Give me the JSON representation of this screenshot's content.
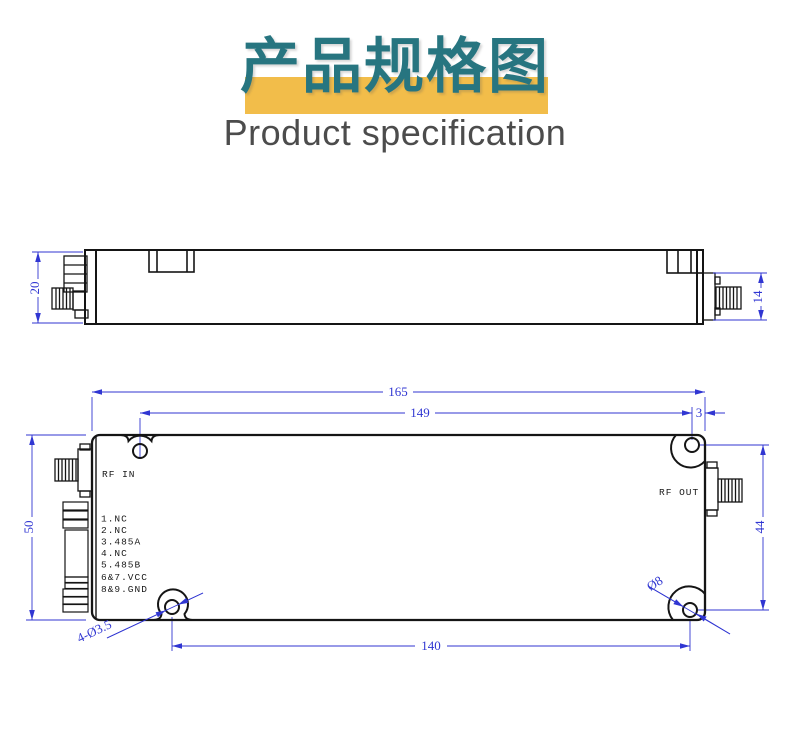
{
  "header": {
    "title_cn": "产品规格图",
    "title_en": "Product specification",
    "highlight_color": "#f2bd4a",
    "title_color": "#277580",
    "subtitle_color": "#4c4c4c"
  },
  "side_view": {
    "dims": {
      "height": "20",
      "connector_height": "14"
    }
  },
  "top_view": {
    "labels": {
      "rf_in": "RF IN",
      "rf_out": "RF OUT"
    },
    "pins": [
      "1.NC",
      "2.NC",
      "3.485A",
      "4.NC",
      "5.485B",
      "6&7.VCC",
      "8&9.GND"
    ],
    "dims": {
      "total_length": "165",
      "top_hole_span": "149",
      "right_offset": "3",
      "body_width": "50",
      "right_hole_span": "44",
      "bottom_hole_span": "140",
      "mounting_holes": "4-Ø3.5",
      "counterbore": "Ø8"
    }
  },
  "colors": {
    "dimension_blue": "#3036d2",
    "outline_black": "#151515"
  }
}
